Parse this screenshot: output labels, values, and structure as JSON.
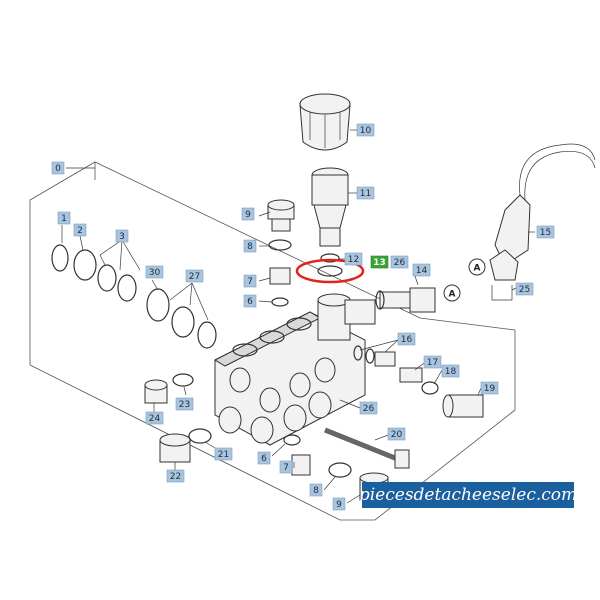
{
  "callouts": [
    {
      "id": "c0",
      "label": "0"
    },
    {
      "id": "c1",
      "label": "1"
    },
    {
      "id": "c2",
      "label": "2"
    },
    {
      "id": "c3",
      "label": "3"
    },
    {
      "id": "c30",
      "label": "30"
    },
    {
      "id": "c27",
      "label": "27"
    },
    {
      "id": "c9a",
      "label": "9"
    },
    {
      "id": "c8a",
      "label": "8"
    },
    {
      "id": "c7a",
      "label": "7"
    },
    {
      "id": "c6a",
      "label": "6"
    },
    {
      "id": "c10",
      "label": "10"
    },
    {
      "id": "c11",
      "label": "11"
    },
    {
      "id": "c12",
      "label": "12"
    },
    {
      "id": "c13",
      "label": "13",
      "highlight": true
    },
    {
      "id": "c26a",
      "label": "26"
    },
    {
      "id": "c14",
      "label": "14"
    },
    {
      "id": "c15",
      "label": "15"
    },
    {
      "id": "c25",
      "label": "25"
    },
    {
      "id": "c16",
      "label": "16"
    },
    {
      "id": "c17",
      "label": "17"
    },
    {
      "id": "c18",
      "label": "18"
    },
    {
      "id": "c19",
      "label": "19"
    },
    {
      "id": "c26b",
      "label": "26"
    },
    {
      "id": "c20",
      "label": "20"
    },
    {
      "id": "c23",
      "label": "23"
    },
    {
      "id": "c24",
      "label": "24"
    },
    {
      "id": "c21",
      "label": "21"
    },
    {
      "id": "c22",
      "label": "22"
    },
    {
      "id": "c6b",
      "label": "6"
    },
    {
      "id": "c7b",
      "label": "7"
    },
    {
      "id": "c8b",
      "label": "8"
    },
    {
      "id": "c9b",
      "label": "9"
    }
  ],
  "ref_markers": [
    {
      "id": "ra",
      "label": "A"
    },
    {
      "id": "rb",
      "label": "A"
    }
  ],
  "highlight_color": "#e0241c",
  "watermark": {
    "text": "piecesdetacheeselec.com",
    "background": "#1a5f9e"
  }
}
